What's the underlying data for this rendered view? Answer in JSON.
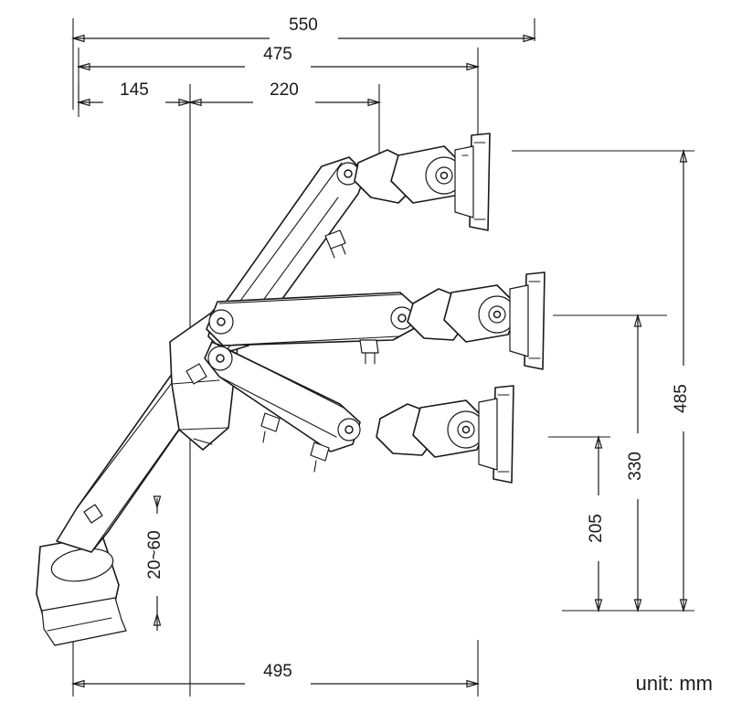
{
  "diagram": {
    "title": "monitor-arm-dimension-drawing",
    "unit_label": "unit: mm",
    "dimensions": {
      "top": [
        {
          "name": "overall-width",
          "value": "550"
        },
        {
          "name": "reach-total",
          "value": "475"
        },
        {
          "name": "base-to-first-joint",
          "value": "145"
        },
        {
          "name": "second-segment",
          "value": "220"
        }
      ],
      "right": [
        {
          "name": "max-height",
          "value": "485"
        },
        {
          "name": "mid-height",
          "value": "330"
        },
        {
          "name": "low-height",
          "value": "205"
        }
      ],
      "vertical_left": [
        {
          "name": "clamp-thickness-range",
          "value": "20~60"
        }
      ],
      "bottom": [
        {
          "name": "overall-depth",
          "value": "495"
        }
      ]
    }
  }
}
